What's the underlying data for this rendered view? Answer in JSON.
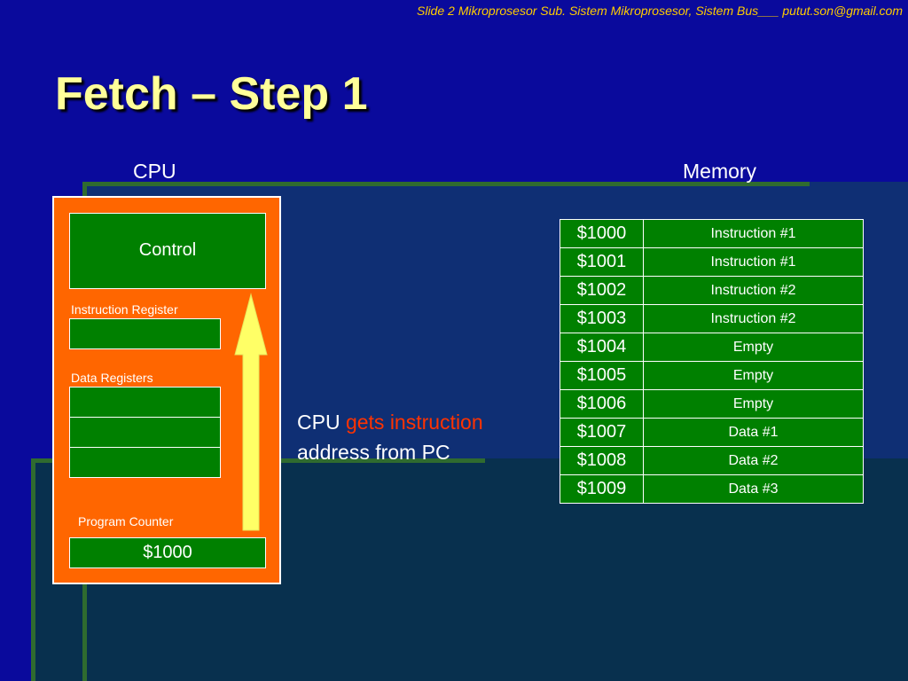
{
  "header": {
    "note": "Slide 2 Mikroprosesor Sub. Sistem Mikroprosesor, Sistem Bus___ putut.son@gmail.com",
    "title": "Fetch – Step 1"
  },
  "labels": {
    "cpu": "CPU",
    "memory": "Memory"
  },
  "cpu": {
    "control": "Control",
    "instruction_register": "Instruction Register",
    "data_registers": "Data Registers",
    "program_counter": "Program Counter",
    "pc_value": "$1000"
  },
  "caption": {
    "part1": "CPU ",
    "highlight": "gets instruction",
    "part2": "address from PC"
  },
  "memory": {
    "rows": [
      {
        "addr": "$1000",
        "value": "Instruction #1"
      },
      {
        "addr": "$1001",
        "value": "Instruction #1"
      },
      {
        "addr": "$1002",
        "value": "Instruction #2"
      },
      {
        "addr": "$1003",
        "value": "Instruction #2"
      },
      {
        "addr": "$1004",
        "value": "Empty"
      },
      {
        "addr": "$1005",
        "value": "Empty"
      },
      {
        "addr": "$1006",
        "value": "Empty"
      },
      {
        "addr": "$1007",
        "value": "Data #1"
      },
      {
        "addr": "$1008",
        "value": "Data #2"
      },
      {
        "addr": "$1009",
        "value": "Data #3"
      }
    ]
  },
  "colors": {
    "background": "#0A0A9C",
    "cpu_box": "#FF6600",
    "register": "#008000",
    "arrow": "#FFFF66",
    "title": "#FFFF99",
    "note": "#FFCC00",
    "highlight": "#FF3300"
  }
}
